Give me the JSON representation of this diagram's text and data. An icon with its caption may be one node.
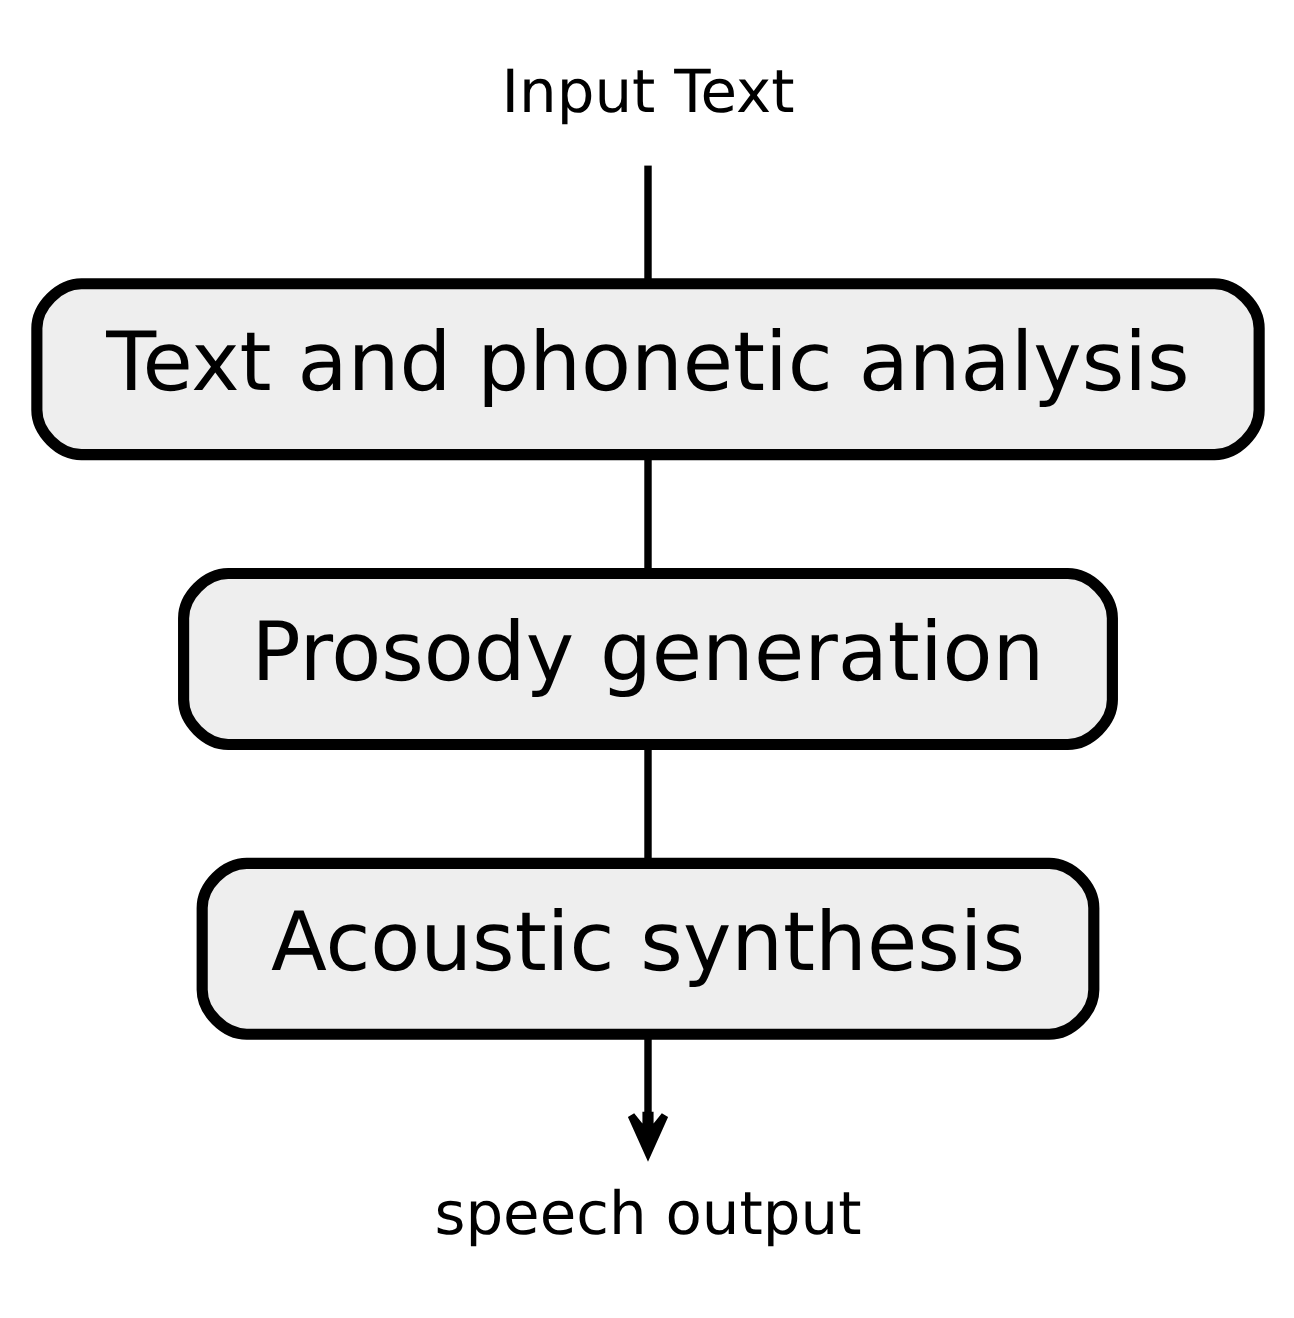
{
  "diagram": {
    "nodes": [
      {
        "text": [
          "Input Text"
        ]
      },
      {
        "text": [
          "Text and phonetic analysis"
        ]
      },
      {
        "text": [
          "Prosody generation"
        ]
      },
      {
        "text": [
          "Acoustic synthesis"
        ]
      },
      {
        "text": [
          "speech output"
        ]
      }
    ],
    "edges": [
      {
        "from": 0,
        "to": 1,
        "arrow": "none"
      },
      {
        "from": 1,
        "to": 2,
        "arrow": "none"
      },
      {
        "from": 2,
        "to": 3,
        "arrow": "none"
      },
      {
        "from": 3,
        "to": 4,
        "arrow": "to"
      }
    ]
  }
}
